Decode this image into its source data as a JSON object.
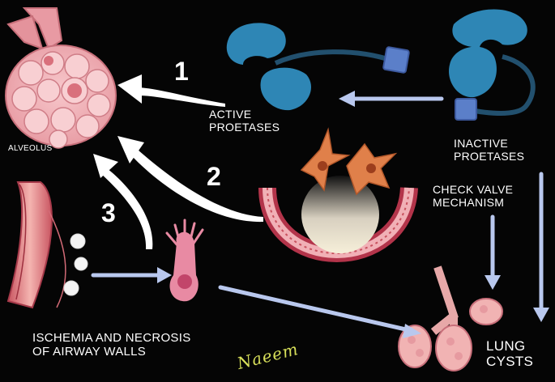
{
  "labels": {
    "alveolus": "ALVEOLUS",
    "active_proteases": "ACTIVE\nPROETASES",
    "inactive_proteases": "INACTIVE\nPROETASES",
    "check_valve": "CHECK VALVE\nMECHANISM",
    "lung_cysts": "LUNG\nCYSTS",
    "ischemia": "ISCHEMIA AND NECROSIS\nOF AIRWAY WALLS"
  },
  "pathway_numbers": [
    "1",
    "2",
    "3"
  ],
  "signature": "Naeem",
  "colors": {
    "background": "#050505",
    "alveolus_pink": "#f2b3b8",
    "protease_blue": "#2e86b5",
    "protease_link": "#5b7fc9",
    "arrow_light_blue": "#b9c8ee",
    "tissue_orange": "#e0804a"
  }
}
